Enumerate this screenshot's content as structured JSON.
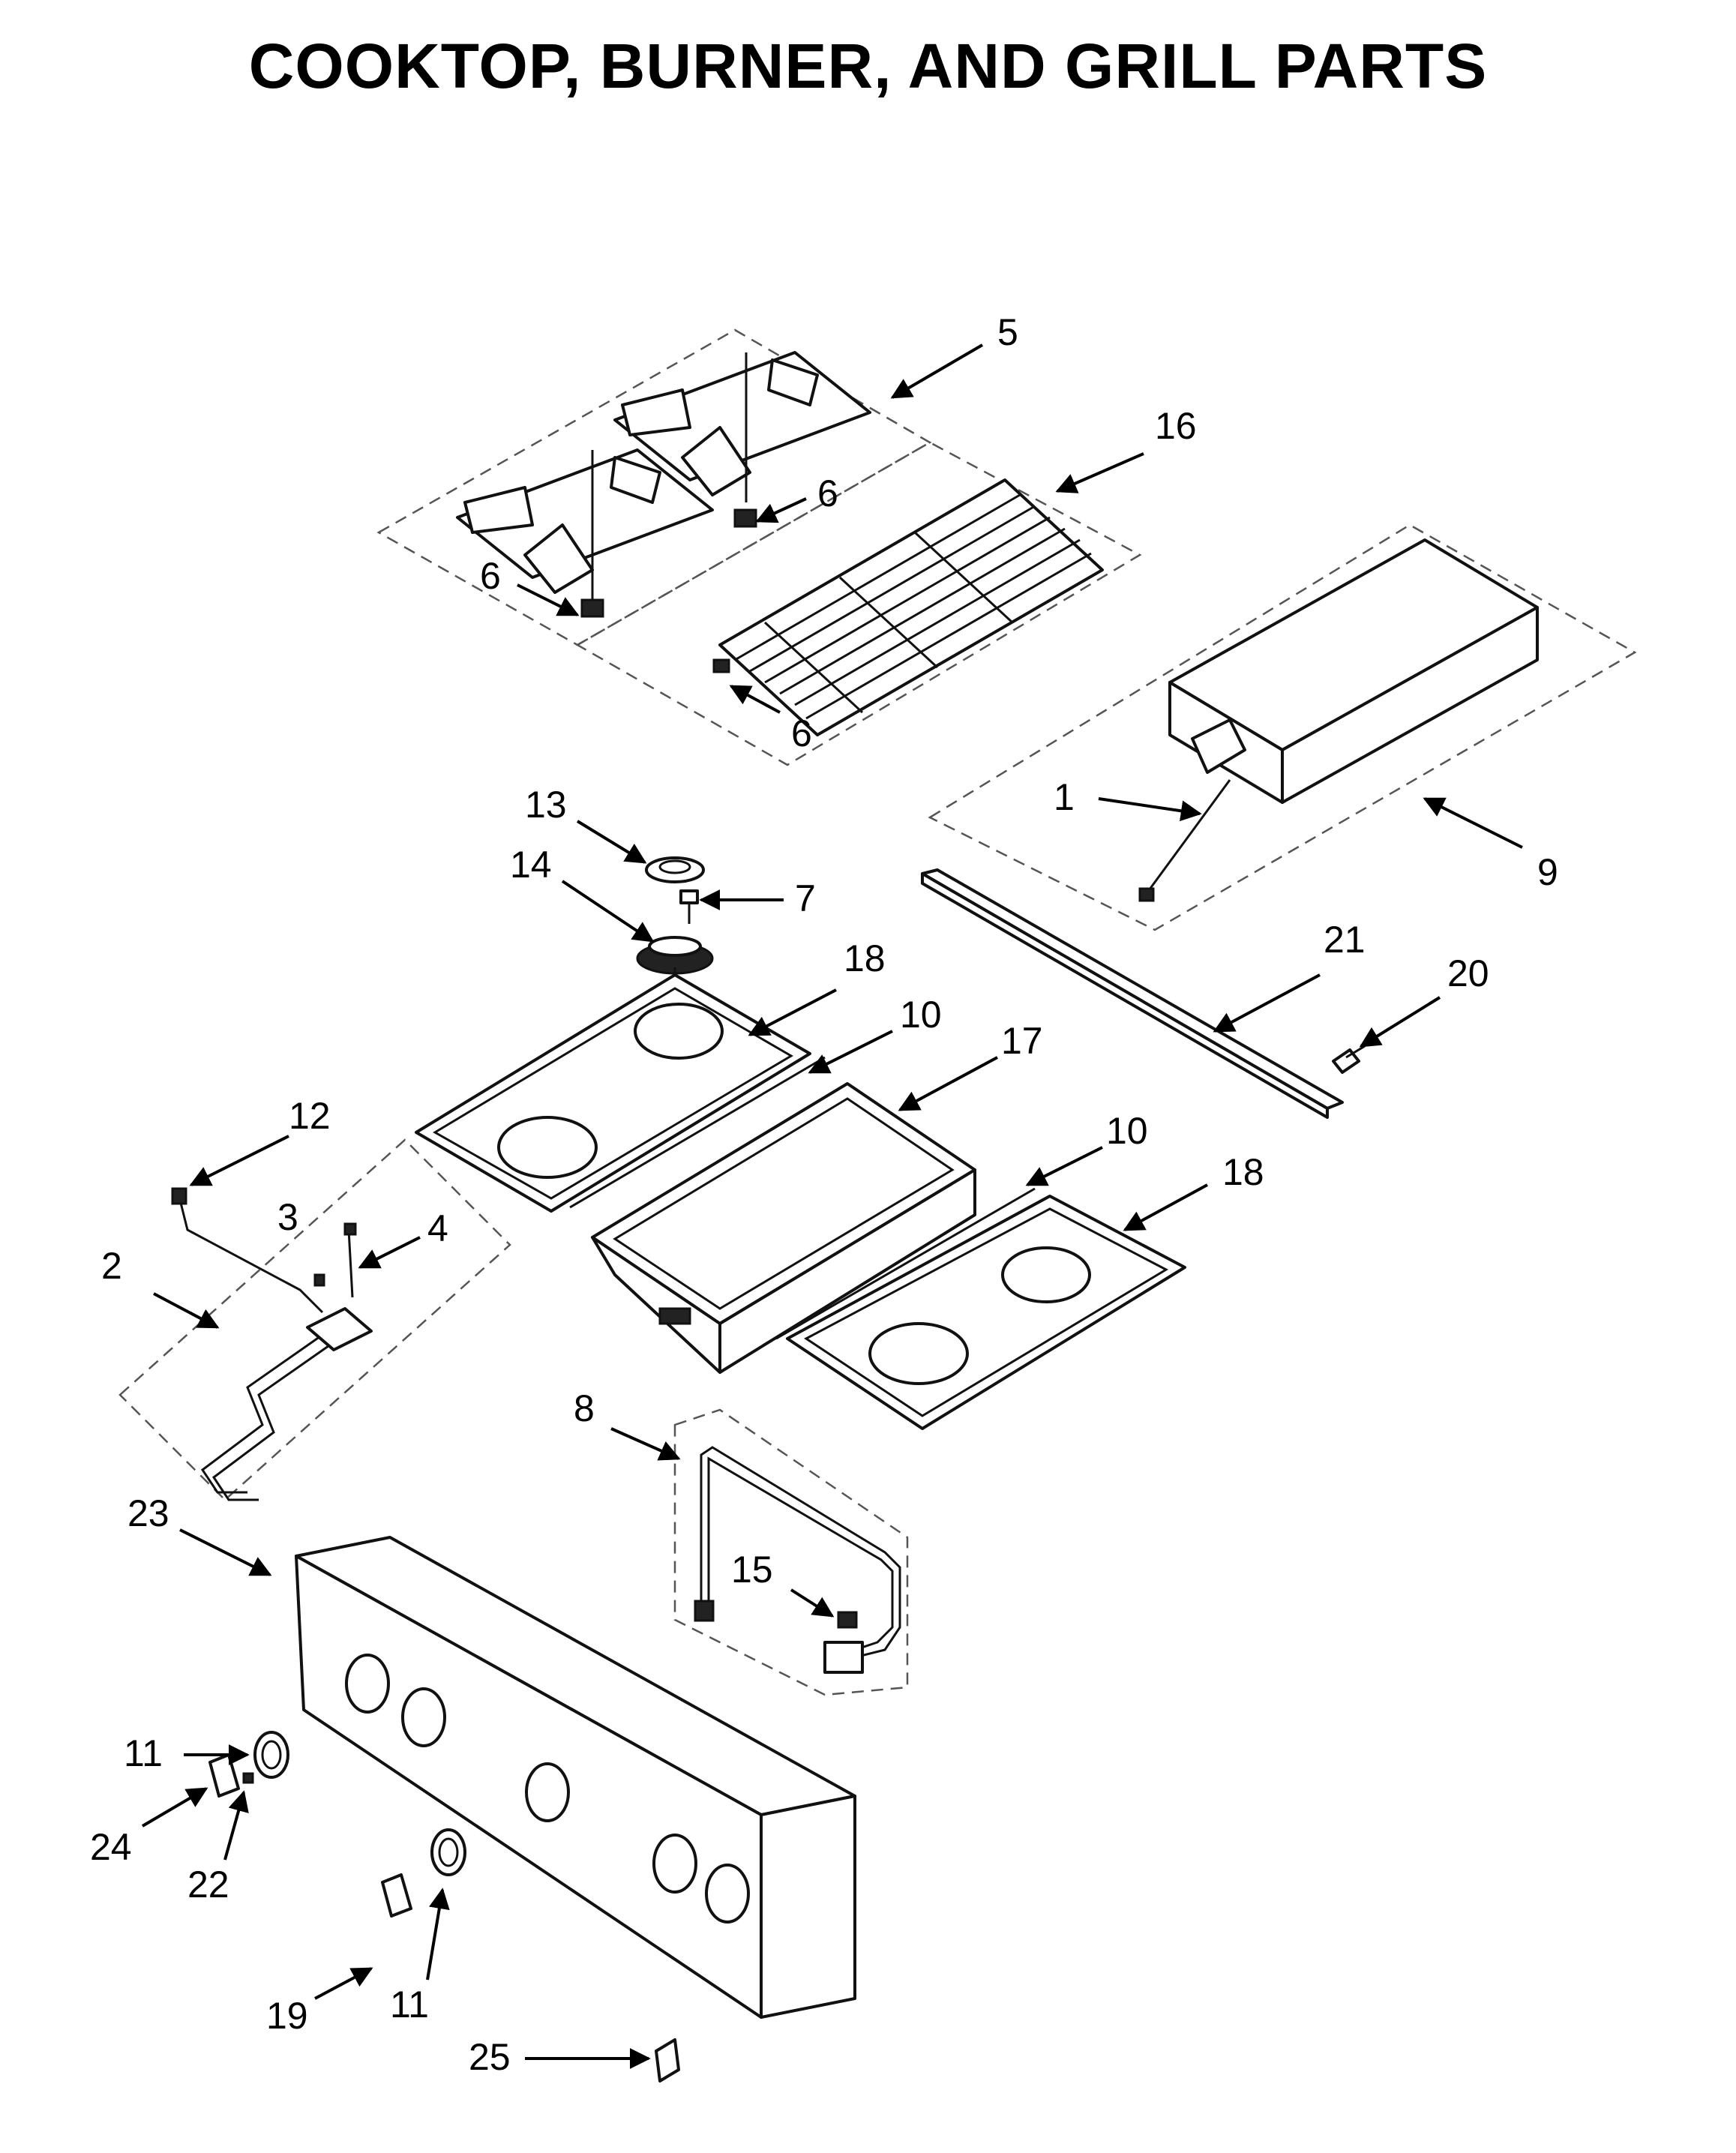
{
  "title": "COOKTOP, BURNER, AND GRILL PARTS",
  "callouts": [
    "1",
    "2",
    "3",
    "4",
    "5",
    "6",
    "7",
    "8",
    "9",
    "10",
    "11",
    "12",
    "13",
    "14",
    "15",
    "16",
    "17",
    "18",
    "19",
    "20",
    "21",
    "22",
    "23",
    "24",
    "25"
  ],
  "colors": {
    "line": "#111111",
    "background": "#ffffff",
    "dashed": "#555555"
  }
}
